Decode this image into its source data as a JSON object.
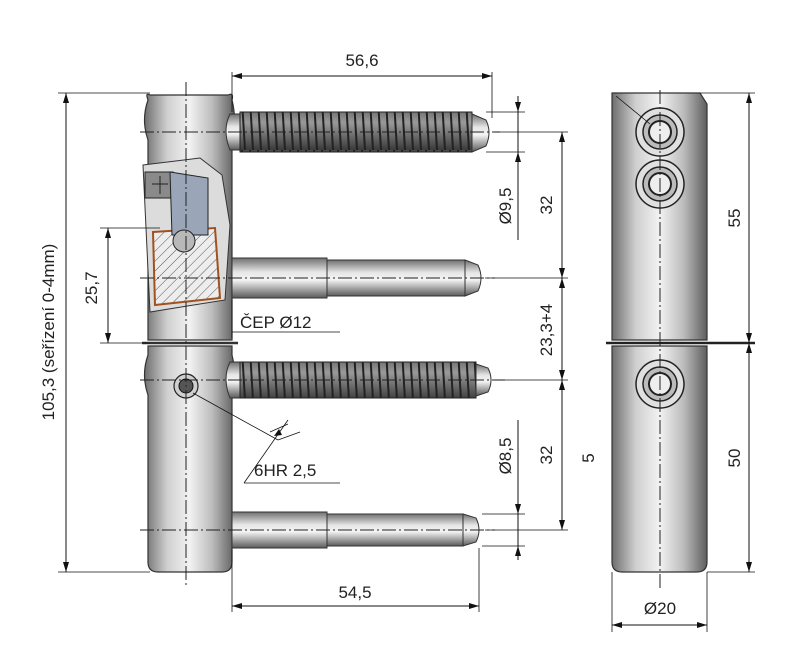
{
  "labels": {
    "width_top": "56,6",
    "width_bottom": "54,5",
    "total_height": "105,3 (seřízení 0-4mm)",
    "inset_height": "25,7",
    "pin": "ČEP Ø12",
    "screw_top_dia": "Ø9,5",
    "screw_bottom_dia": "Ø8,5",
    "spacing_top": "32",
    "spacing_mid": "23,3+4",
    "spacing_bottom": "32",
    "hex_key": "6HR 2,5",
    "cut_fragment": "5",
    "side_top": "55",
    "side_bottom": "50",
    "side_dia": "Ø20"
  }
}
